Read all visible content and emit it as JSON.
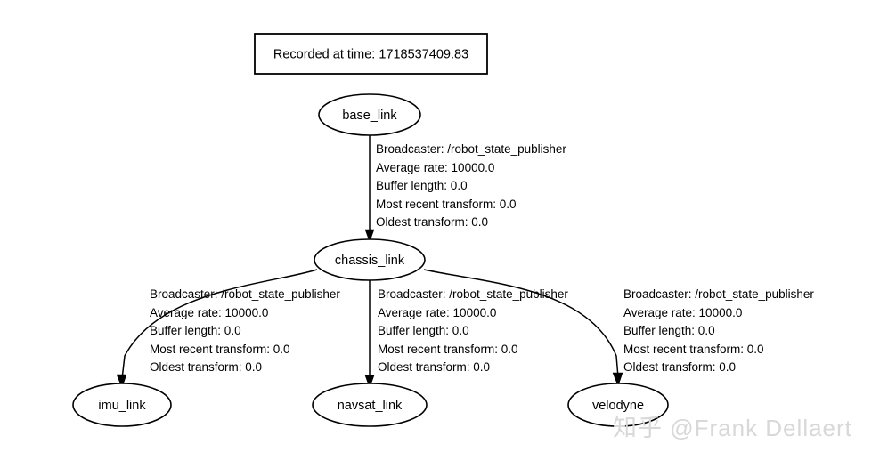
{
  "diagram": {
    "title_box": {
      "text": "Recorded at time: 1718537409.83"
    },
    "nodes": [
      {
        "id": "base_link",
        "label": "base_link"
      },
      {
        "id": "chassis_link",
        "label": "chassis_link"
      },
      {
        "id": "imu_link",
        "label": "imu_link"
      },
      {
        "id": "navsat_link",
        "label": "navsat_link"
      },
      {
        "id": "velodyne",
        "label": "velodyne"
      }
    ],
    "edges": [
      {
        "from": "base_link",
        "to": "chassis_link",
        "broadcaster": "Broadcaster: /robot_state_publisher",
        "average_rate": "Average rate: 10000.0",
        "buffer_length": "Buffer length: 0.0",
        "most_recent_transform": "Most recent transform: 0.0",
        "oldest_transform": "Oldest transform: 0.0"
      },
      {
        "from": "chassis_link",
        "to": "imu_link",
        "broadcaster": "Broadcaster: /robot_state_publisher",
        "average_rate": "Average rate: 10000.0",
        "buffer_length": "Buffer length: 0.0",
        "most_recent_transform": "Most recent transform: 0.0",
        "oldest_transform": "Oldest transform: 0.0"
      },
      {
        "from": "chassis_link",
        "to": "navsat_link",
        "broadcaster": "Broadcaster: /robot_state_publisher",
        "average_rate": "Average rate: 10000.0",
        "buffer_length": "Buffer length: 0.0",
        "most_recent_transform": "Most recent transform: 0.0",
        "oldest_transform": "Oldest transform: 0.0"
      },
      {
        "from": "chassis_link",
        "to": "velodyne",
        "broadcaster": "Broadcaster: /robot_state_publisher",
        "average_rate": "Average rate: 10000.0",
        "buffer_length": "Buffer length: 0.0",
        "most_recent_transform": "Most recent transform: 0.0",
        "oldest_transform": "Oldest transform: 0.0"
      }
    ],
    "watermark": {
      "logo": "知乎",
      "handle": "@Frank Dellaert"
    },
    "colors": {
      "background": "#ffffff",
      "stroke": "#000000",
      "text": "#000000",
      "watermark": "#d8d8d8"
    }
  }
}
